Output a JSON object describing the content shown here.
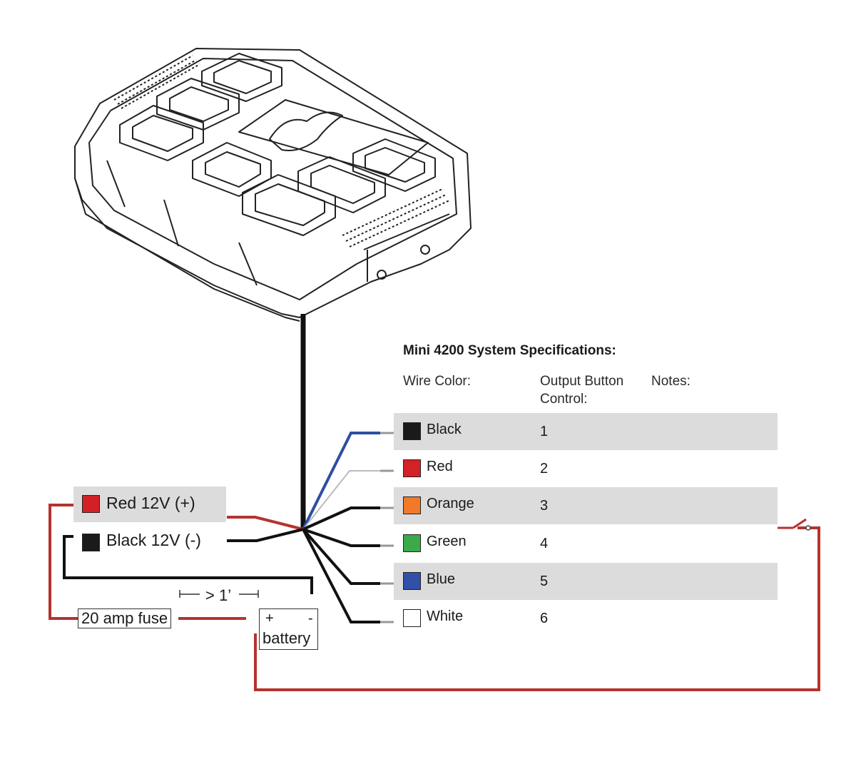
{
  "spec": {
    "title": "Mini 4200 System Specifications:",
    "headers": {
      "wire_color": "Wire Color:",
      "output_line1": "Output Button",
      "output_line2": "Control:",
      "notes": "Notes:"
    },
    "rows": [
      {
        "color_name": "Black",
        "output": "1",
        "swatch": "#1a1a1a",
        "wire": "#2d4fa0"
      },
      {
        "color_name": "Red",
        "output": "2",
        "swatch": "#d42027",
        "wire": "#bbbbbb"
      },
      {
        "color_name": "Orange",
        "output": "3",
        "swatch": "#f07a2a",
        "wire": "#111111"
      },
      {
        "color_name": "Green",
        "output": "4",
        "swatch": "#3bab49",
        "wire": "#111111"
      },
      {
        "color_name": "Blue",
        "output": "5",
        "swatch": "#3150a8",
        "wire": "#111111"
      },
      {
        "color_name": "White",
        "output": "6",
        "swatch": "#ffffff",
        "wire": "#111111"
      }
    ]
  },
  "power": {
    "positive_label": "Red 12V (+)",
    "positive_swatch": "#d42027",
    "negative_label": "Black 12V (-)",
    "negative_swatch": "#1a1a1a"
  },
  "fuse_label": "20 amp fuse",
  "battery": {
    "label": "battery",
    "plus": "+",
    "minus": "-"
  },
  "distance_label": "> 1’",
  "colors": {
    "red_wire": "#b5332e",
    "black_wire": "#111111",
    "band": "#dcdcdc"
  }
}
